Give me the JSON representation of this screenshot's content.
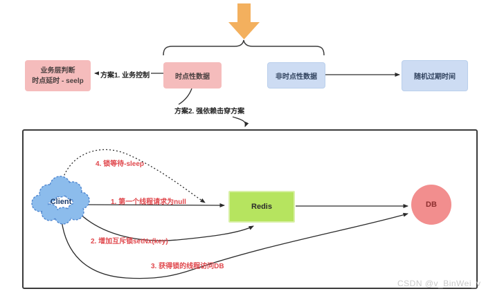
{
  "colors": {
    "pink_box": "#f5bcbc",
    "blue_box": "#cddcf3",
    "lime_box": "#b6e45f",
    "db_circle": "#f28e8e",
    "cloud_fill": "#8cbcec",
    "step_label_red": "#e0484d",
    "flow_arrow_orange": "#f3b05e"
  },
  "top_row": {
    "business_box": {
      "line1": "业务层判断",
      "line2": "时点延时 - seelp"
    },
    "plan1_arrow_label": "方案1. 业务控制",
    "timely_data_box": "时点性数据",
    "non_timely_data_box": "非时点性数据",
    "random_expire_box": "随机过期时间"
  },
  "plan2_label": "方案2. 强依赖击穿方案",
  "flow_diagram": {
    "client": "Client",
    "redis": "Redis",
    "db": "DB",
    "steps": {
      "step1": "1. 第一个线程请求为null",
      "step2": "2. 增加互斥锁setNx(key)",
      "step3": "3. 获得锁的线程访问DB",
      "step4": "4. 锁等待-sleep"
    }
  },
  "watermark": "CSDN @v_BinWei_v"
}
